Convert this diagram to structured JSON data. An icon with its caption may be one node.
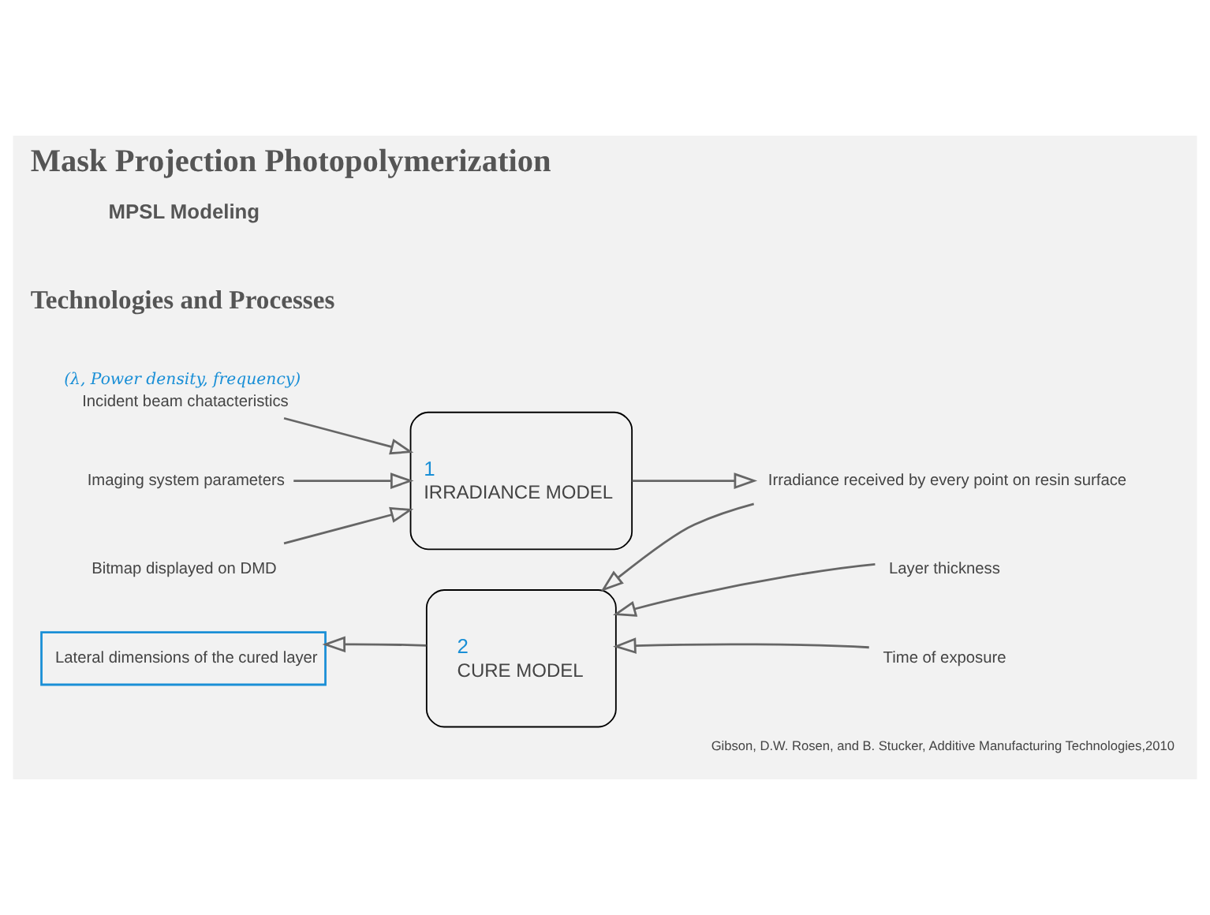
{
  "diagram": {
    "title": "Mask Projection Photopolymerization",
    "caption": "Gibson, D.W. Rosen, and B. Stucker, Additive Manufacturing Technologies,2010",
    "nodes": [
      {
        "text": [
          "Incident beam chatacteristics"
        ],
        "beside": [
          "(λ, Power density, frequency)"
        ]
      },
      {
        "text": [
          "Imaging system parameters"
        ]
      },
      {
        "text": [
          "Bitmap displayed on DMD"
        ]
      },
      {
        "text": [
          "1",
          "IRRADIANCE MODEL"
        ]
      },
      {
        "text": [
          "Irradiance received by every point on resin surface"
        ]
      },
      {
        "text": [
          "2",
          "CURE MODEL"
        ]
      },
      {
        "text": [
          "Layer thickness"
        ]
      },
      {
        "text": [
          "Time of exposure"
        ]
      },
      {
        "text": [
          "Lateral dimensions of the cured layer"
        ]
      }
    ],
    "edges": [
      {
        "from": 0,
        "to": 3,
        "arrow": "to"
      },
      {
        "from": 1,
        "to": 3,
        "arrow": "to"
      },
      {
        "from": 2,
        "to": 3,
        "arrow": "to"
      },
      {
        "from": 3,
        "to": 4,
        "arrow": "to"
      },
      {
        "from": 4,
        "to": 5,
        "arrow": "to"
      },
      {
        "from": 6,
        "to": 5,
        "arrow": "to"
      },
      {
        "from": 7,
        "to": 5,
        "arrow": "to"
      },
      {
        "from": 5,
        "to": 8,
        "arrow": "to"
      }
    ],
    "labels": [
      "Technologies and Processes",
      "MPSL Modeling"
    ]
  }
}
